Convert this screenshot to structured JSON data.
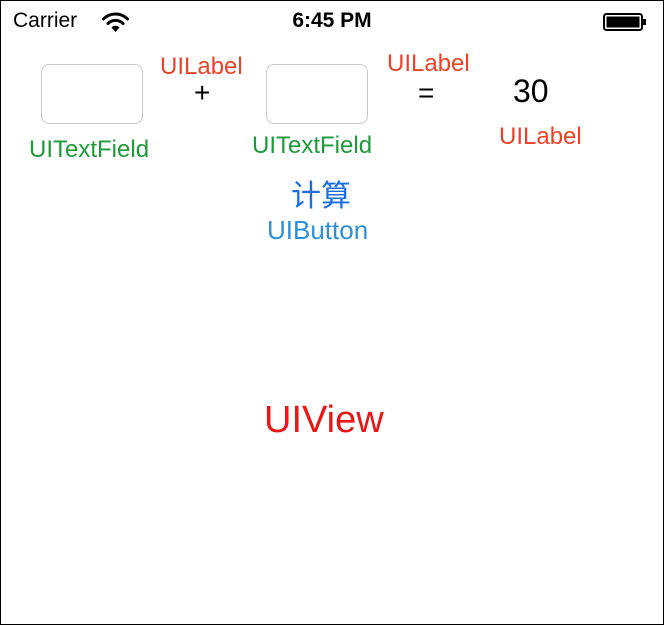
{
  "status_bar": {
    "carrier": "Carrier",
    "time": "6:45 PM",
    "icons": [
      "wifi-icon",
      "battery-icon"
    ]
  },
  "form": {
    "field1_value": "",
    "field2_value": "",
    "plus": "+",
    "equals": "=",
    "result": "30",
    "calc_button_label": "计算"
  },
  "annotations": {
    "label_plus": "UILabel",
    "label_equals": "UILabel",
    "label_result": "UILabel",
    "textfield1": "UITextField",
    "textfield2": "UITextField",
    "button": "UIButton",
    "view": "UIView"
  },
  "colors": {
    "label_annotation": "#e8442a",
    "textfield_annotation": "#1f9a3a",
    "button_annotation": "#2f8fd8",
    "view_annotation": "#e81616",
    "button_text": "#1a6fe0"
  }
}
